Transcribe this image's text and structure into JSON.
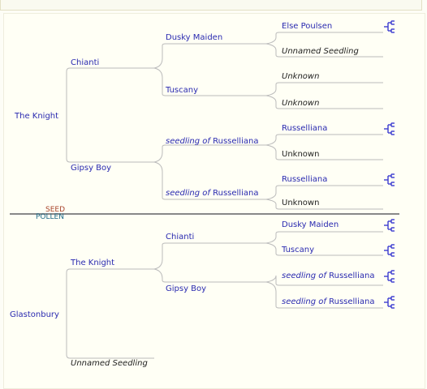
{
  "seed_parent": {
    "name": "The Knight",
    "sire": {
      "name": "Chianti",
      "sire": {
        "name": "Dusky Maiden",
        "sire": "Else Poulsen",
        "dam": "Unnamed Seedling"
      },
      "dam": {
        "name": "Tuscany",
        "sire": "Unknown",
        "dam": "Unknown"
      }
    },
    "dam": {
      "name": "Gipsy Boy",
      "sire": {
        "prefix": "seedling of",
        "name": "Russelliana",
        "sire": "Russelliana",
        "dam": "Unknown"
      },
      "dam": {
        "prefix": "seedling of",
        "name": "Russelliana",
        "sire": "Russelliana",
        "dam": "Unknown"
      }
    }
  },
  "divider": {
    "seed_label": "SEED",
    "pollen_label": "POLLEN"
  },
  "pollen_parent": {
    "name": "Glastonbury",
    "sire": {
      "name": "The Knight",
      "sire": {
        "name": "Chianti",
        "sire": "Dusky Maiden",
        "dam": "Tuscany"
      },
      "dam": {
        "name": "Gipsy Boy",
        "sire": {
          "prefix": "seedling of",
          "name": "Russelliana"
        },
        "dam": {
          "prefix": "seedling of",
          "name": "Russelliana"
        }
      }
    },
    "dam": "Unnamed Seedling"
  },
  "icons": {
    "expand": "family-tree-icon"
  },
  "colors": {
    "link": "#2a2ab0",
    "line": "#bbbbbb",
    "divider": "#888888",
    "icon": "#3b3bd0",
    "seed": "#a8442a",
    "pollen": "#1e6a8a"
  }
}
